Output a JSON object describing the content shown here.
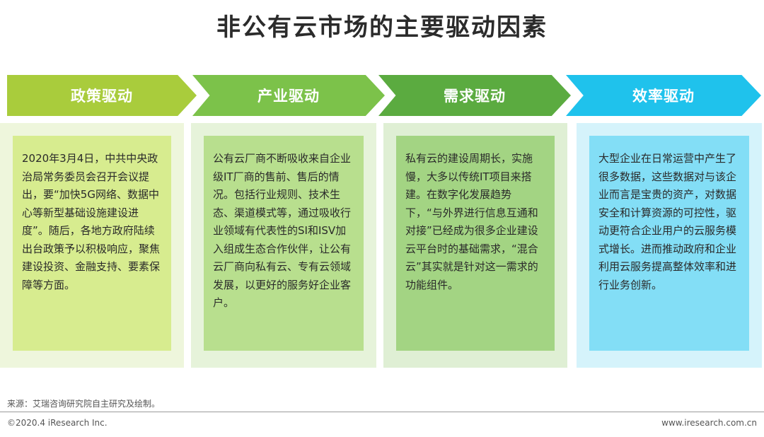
{
  "title": "非公有云市场的主要驱动因素",
  "colors": {
    "arrow_1": "#a9cc3c",
    "arrow_2": "#7cc24a",
    "arrow_3": "#5bab40",
    "arrow_4": "#1fc2ec",
    "panel_bg_1": "#eef6dc",
    "panel_bg_2": "#e6f3da",
    "panel_bg_3": "#dfefd4",
    "panel_bg_4": "#d5f3fb",
    "card_bg_1": "#d7ec8f",
    "card_bg_2": "#b8df8e",
    "card_bg_3": "#a3d483",
    "card_bg_4": "#83def6"
  },
  "drivers": [
    {
      "label": "政策驱动",
      "text": "2020年3月4日，中共中央政治局常务委员会召开会议提出，要“加快5G网络、数据中心等新型基础设施建设进度”。随后，各地方政府陆续出台政策予以积极响应，聚焦建设投资、金融支持、要素保障等方面。"
    },
    {
      "label": "产业驱动",
      "text": "公有云厂商不断吸收来自企业级IT厂商的售前、售后的情况。包括行业规则、技术生态、渠道模式等，通过吸收行业领域有代表性的SI和ISV加入组成生态合作伙伴，让公有云厂商向私有云、专有云领域发展，以更好的服务好企业客户。"
    },
    {
      "label": "需求驱动",
      "text": "私有云的建设周期长，实施慢，大多以传统IT项目来搭建。在数字化发展趋势下，“与外界进行信息互通和对接”已经成为很多企业建设云平台时的基础需求，“混合云”其实就是针对这一需求的功能组件。"
    },
    {
      "label": "效率驱动",
      "text": "大型企业在日常运营中产生了很多数据，这些数据对与该企业而言是宝贵的资产，对数据安全和计算资源的可控性，驱动更符合企业用户的云服务模式增长。进而推动政府和企业利用云服务提高整体效率和进行业务创新。"
    }
  ],
  "footer": {
    "source": "来源：艾瑞咨询研究院自主研究及绘制。",
    "copyright": "©2020.4 iResearch Inc.",
    "website": "www.iresearch.com.cn"
  }
}
